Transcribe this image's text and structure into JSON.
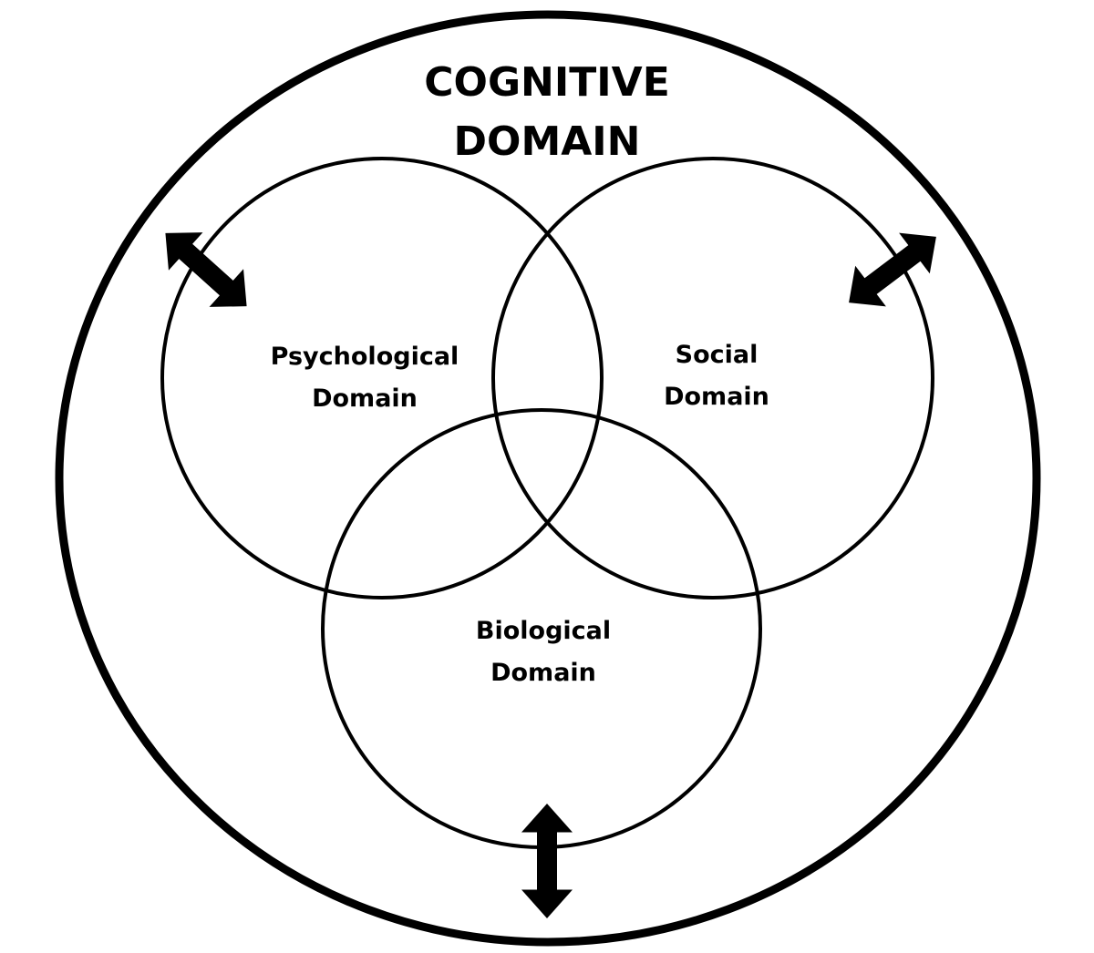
{
  "diagram": {
    "title_lines": [
      "COGNITIVE",
      "DOMAIN"
    ],
    "colors": {
      "stroke": "#000000",
      "background": "#ffffff"
    },
    "circles": [
      {
        "id": "psychological",
        "label_lines": [
          "Psychological",
          "Domain"
        ]
      },
      {
        "id": "social",
        "label_lines": [
          "Social",
          "Domain"
        ]
      },
      {
        "id": "biological",
        "label_lines": [
          "Biological",
          "Domain"
        ]
      }
    ],
    "arrows": [
      {
        "id": "psychological-cognitive",
        "type": "bidirectional",
        "connects": [
          "Psychological Domain",
          "Cognitive Domain"
        ]
      },
      {
        "id": "social-cognitive",
        "type": "bidirectional",
        "connects": [
          "Social Domain",
          "Cognitive Domain"
        ]
      },
      {
        "id": "biological-cognitive",
        "type": "bidirectional",
        "connects": [
          "Biological Domain",
          "Cognitive Domain"
        ]
      }
    ]
  }
}
